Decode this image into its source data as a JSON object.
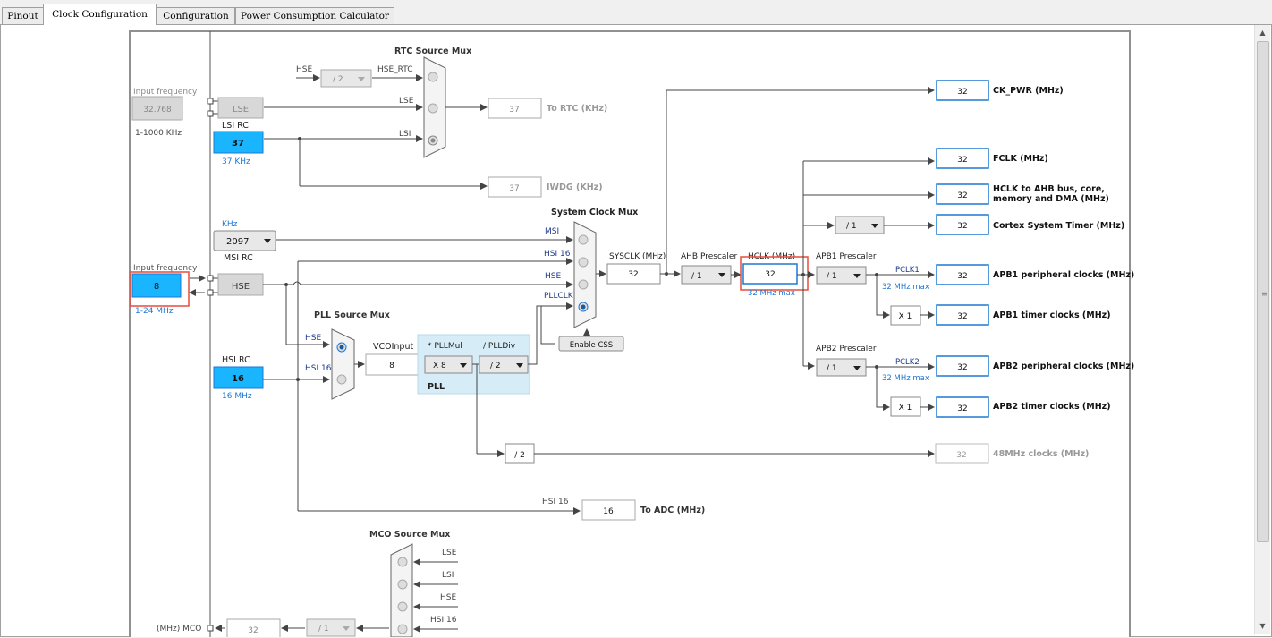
{
  "tabs": [
    "Pinout",
    "Clock Configuration",
    "Configuration",
    "Power Consumption Calculator"
  ],
  "colors": {
    "blue_input": "#19b5fe",
    "blue_border": "#1e78d4",
    "red_highlight": "#e74c3c",
    "pll_box": "#d6ecf7"
  },
  "lse": {
    "input_label": "Input frequency",
    "input_value": "32.768",
    "box_label": "LSE"
  },
  "lsi": {
    "title": "LSI RC",
    "value": "37",
    "unit": "37 KHz",
    "range": "1-1000 KHz"
  },
  "msi": {
    "unit": "KHz",
    "value": "2097",
    "title": "MSI RC"
  },
  "hse": {
    "input_label": "Input frequency",
    "value": "8",
    "box_label": "HSE",
    "range": "1-24 MHz"
  },
  "hsi": {
    "title": "HSI RC",
    "value": "16",
    "unit": "16 MHz"
  },
  "rtc_mux": {
    "title": "RTC Source Mux",
    "hse_label": "HSE",
    "div": "/ 2",
    "hse_rtc": "HSE_RTC",
    "lse": "LSE",
    "lsi": "LSI",
    "to_rtc_value": "37",
    "to_rtc_label": "To RTC (KHz)",
    "iwdg_value": "37",
    "iwdg_label": "IWDG (KHz)"
  },
  "sys_mux": {
    "title": "System Clock Mux",
    "msi": "MSI",
    "hsi16": "HSI 16",
    "hse": "HSE",
    "pllclk": "PLLCLK",
    "enable_css": "Enable CSS"
  },
  "pll_mux": {
    "title": "PLL Source Mux",
    "hse": "HSE",
    "hsi16": "HSI 16"
  },
  "pll": {
    "vco_label": "VCOInput",
    "vco_value": "8",
    "mul_label": "* PLLMul",
    "mul_value": "X 8",
    "div_label": "/ PLLDiv",
    "div_value": "/ 2",
    "pll_label": "PLL"
  },
  "sysclk": {
    "label": "SYSCLK (MHz)",
    "value": "32"
  },
  "ahb": {
    "label": "AHB Prescaler",
    "value": "/ 1"
  },
  "hclk": {
    "label": "HCLK (MHz)",
    "value": "32",
    "max": "32 MHz max"
  },
  "apb1": {
    "label": "APB1 Prescaler",
    "value": "/ 1",
    "pclk": "PCLK1",
    "max": "32 MHz max",
    "timer_mul": "X 1"
  },
  "apb2": {
    "label": "APB2 Prescaler",
    "value": "/ 1",
    "pclk": "PCLK2",
    "max": "32 MHz max",
    "timer_mul": "X 1"
  },
  "cortex_div": "/ 1",
  "outputs": [
    {
      "value": "32",
      "label": "CK_PWR (MHz)"
    },
    {
      "value": "32",
      "label": "FCLK (MHz)"
    },
    {
      "value": "32",
      "label": "HCLK to AHB bus, core,",
      "label2": "memory and DMA (MHz)"
    },
    {
      "value": "32",
      "label": "Cortex System Timer (MHz)"
    },
    {
      "value": "32",
      "label": "APB1 peripheral clocks (MHz)"
    },
    {
      "value": "32",
      "label": "APB1 timer clocks (MHz)"
    },
    {
      "value": "32",
      "label": "APB2 peripheral clocks (MHz)"
    },
    {
      "value": "32",
      "label": "APB2 timer clocks (MHz)"
    }
  ],
  "usb48": {
    "div": "/ 2",
    "value": "32",
    "label": "48MHz clocks (MHz)"
  },
  "adc": {
    "hsi16": "HSI 16",
    "value": "16",
    "label": "To ADC (MHz)"
  },
  "mco": {
    "title": "MCO Source Mux",
    "lse": "LSE",
    "lsi": "LSI",
    "hse": "HSE",
    "hsi16": "HSI 16",
    "label": "(MHz) MCO",
    "value": "32",
    "div": "/ 1"
  }
}
